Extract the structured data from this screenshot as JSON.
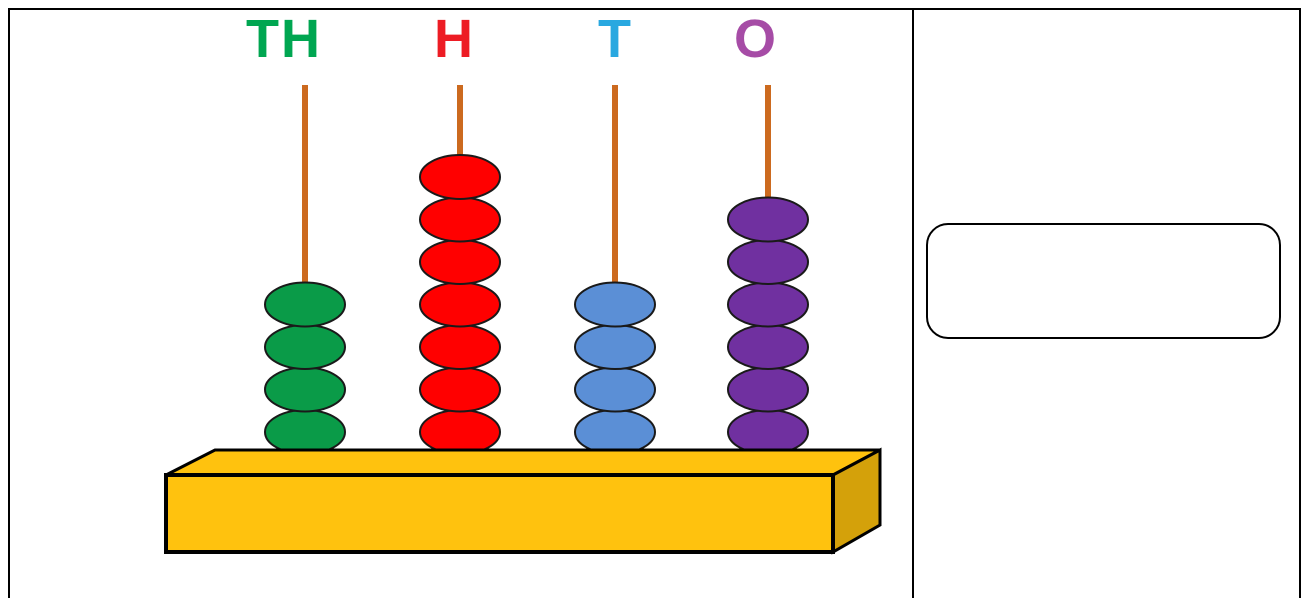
{
  "abacus": {
    "columns": [
      {
        "label": "TH",
        "color": "#00a651",
        "bead_color": "#0a9b48",
        "beads": 4
      },
      {
        "label": "H",
        "color": "#ed1c24",
        "bead_color": "#ff0000",
        "beads": 7
      },
      {
        "label": "T",
        "color": "#29a8e0",
        "bead_color": "#5b8fd6",
        "beads": 4
      },
      {
        "label": "O",
        "color": "#a64ca6",
        "bead_color": "#7030a0",
        "beads": 6
      }
    ],
    "rod_color": "#cc6a1f",
    "base_color": "#ffc20e"
  },
  "answer_box": {
    "value": ""
  }
}
